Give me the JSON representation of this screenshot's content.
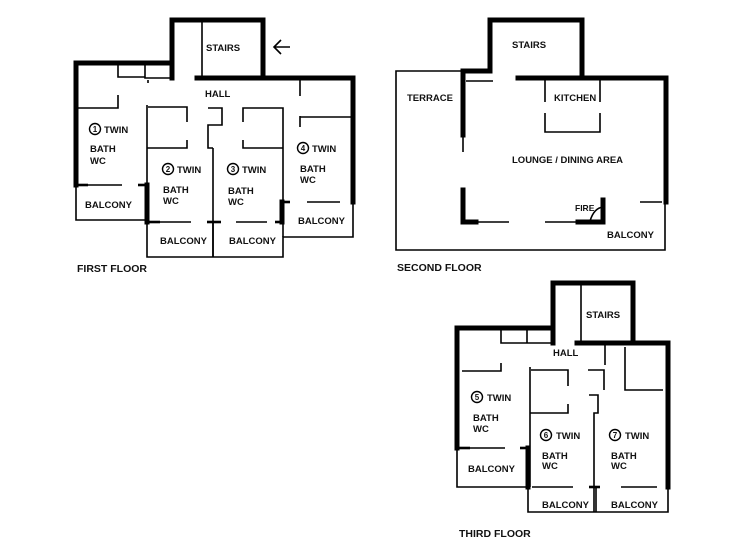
{
  "first_floor": {
    "title": "FIRST FLOOR",
    "stairs": "STAIRS",
    "hall": "HALL",
    "entrance_arrow": "arrow-left",
    "rooms": [
      {
        "num": "1",
        "type": "TWIN",
        "bath": "BATH",
        "wc": "WC",
        "balcony": "BALCONY"
      },
      {
        "num": "2",
        "type": "TWIN",
        "bath": "BATH",
        "wc": "WC",
        "balcony": "BALCONY"
      },
      {
        "num": "3",
        "type": "TWIN",
        "bath": "BATH",
        "wc": "WC",
        "balcony": "BALCONY"
      },
      {
        "num": "4",
        "type": "TWIN",
        "bath": "BATH",
        "wc": "WC",
        "balcony": "BALCONY"
      }
    ]
  },
  "second_floor": {
    "title": "SECOND FLOOR",
    "stairs": "STAIRS",
    "terrace": "TERRACE",
    "kitchen": "KITCHEN",
    "lounge": "LOUNGE / DINING AREA",
    "fire": "FIRE",
    "balcony": "BALCONY"
  },
  "third_floor": {
    "title": "THIRD FLOOR",
    "stairs": "STAIRS",
    "hall": "HALL",
    "rooms": [
      {
        "num": "5",
        "type": "TWIN",
        "bath": "BATH",
        "wc": "WC",
        "balcony": "BALCONY"
      },
      {
        "num": "6",
        "type": "TWIN",
        "bath": "BATH",
        "wc": "WC",
        "balcony": "BALCONY"
      },
      {
        "num": "7",
        "type": "TWIN",
        "bath": "BATH",
        "wc": "WC",
        "balcony": "BALCONY"
      }
    ]
  }
}
